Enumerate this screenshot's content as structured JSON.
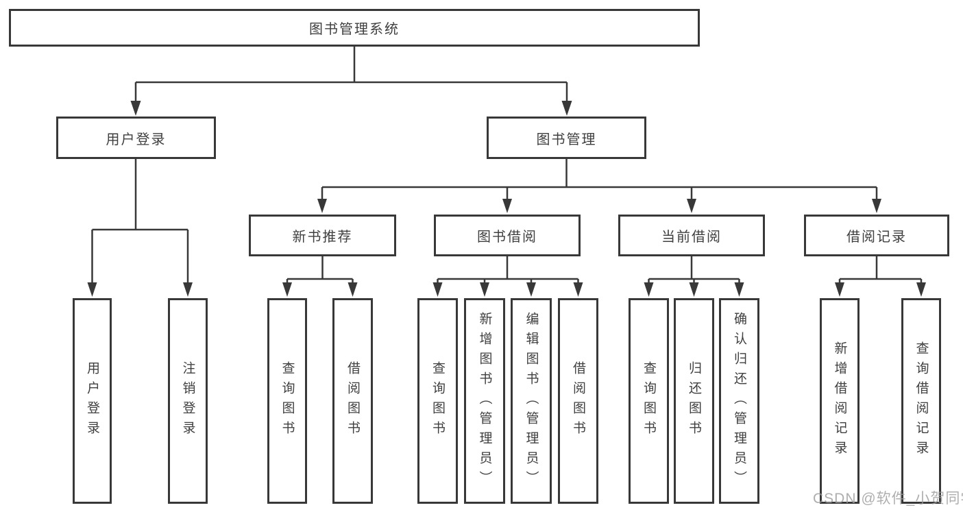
{
  "tree": {
    "root": {
      "label": "图书管理系统",
      "children": [
        {
          "label": "用户登录",
          "children": [
            {
              "label": "用户登录"
            },
            {
              "label": "注销登录"
            }
          ]
        },
        {
          "label": "图书管理",
          "children": [
            {
              "label": "新书推荐",
              "children": [
                {
                  "label": "查询图书"
                },
                {
                  "label": "借阅图书"
                }
              ]
            },
            {
              "label": "图书借阅",
              "children": [
                {
                  "label": "查询图书"
                },
                {
                  "label": "新增图书（管理员）"
                },
                {
                  "label": "编辑图书（管理员）"
                },
                {
                  "label": "借阅图书"
                }
              ]
            },
            {
              "label": "当前借阅",
              "children": [
                {
                  "label": "查询图书"
                },
                {
                  "label": "归还图书"
                },
                {
                  "label": "确认归还（管理员）"
                }
              ]
            },
            {
              "label": "借阅记录",
              "children": [
                {
                  "label": "新增借阅记录"
                },
                {
                  "label": "查询借阅记录"
                }
              ]
            }
          ]
        }
      ]
    }
  },
  "watermark": {
    "text": "CSDN @软件_小贺同学"
  },
  "colors": {
    "line": "#383838",
    "text": "#3f3f3f",
    "background": "#ffffff",
    "watermark": "#9b9b9b"
  }
}
